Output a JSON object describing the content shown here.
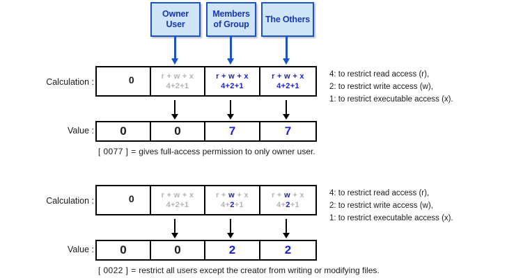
{
  "roles": [
    {
      "name": "owner-user",
      "lines": [
        "Owner",
        "User"
      ]
    },
    {
      "name": "members-of-group",
      "lines": [
        "Members",
        "of Group"
      ]
    },
    {
      "name": "the-others",
      "lines": [
        "The Others"
      ]
    }
  ],
  "labels": {
    "calculation": "Calculation :",
    "value": "Value :"
  },
  "legend": [
    "4: to restrict read access (r),",
    "2: to restrict write access (w),",
    "1: to restrict executable access (x)."
  ],
  "blocks": [
    {
      "id": "block-0077",
      "calculation_cells": [
        {
          "kind": "zero",
          "text": "0"
        },
        {
          "kind": "expr",
          "style": "all-grey",
          "top": "r + w + x",
          "bottom": "4+2+1",
          "top_parts": [
            {
              "t": "r + w + x",
              "c": "grey"
            }
          ],
          "bottom_parts": [
            {
              "t": "4+2+1",
              "c": "grey"
            }
          ]
        },
        {
          "kind": "expr",
          "style": "all-blue",
          "top": "r + w + x",
          "bottom": "4+2+1",
          "top_parts": [
            {
              "t": "r + w + x",
              "c": "blue"
            }
          ],
          "bottom_parts": [
            {
              "t": "4+2+1",
              "c": "blue"
            }
          ]
        },
        {
          "kind": "expr",
          "style": "all-blue",
          "top": "r + w + x",
          "bottom": "4+2+1",
          "top_parts": [
            {
              "t": "r + w + x",
              "c": "blue"
            }
          ],
          "bottom_parts": [
            {
              "t": "4+2+1",
              "c": "blue"
            }
          ]
        }
      ],
      "value_cells": [
        {
          "text": "0",
          "color": "black"
        },
        {
          "text": "0",
          "color": "black"
        },
        {
          "text": "7",
          "color": "blue"
        },
        {
          "text": "7",
          "color": "blue"
        }
      ],
      "caption_code": "[ 0077 ]",
      "caption_eq": "=",
      "caption_text": "gives full-access permission to only owner user."
    },
    {
      "id": "block-0022",
      "calculation_cells": [
        {
          "kind": "zero",
          "text": "0"
        },
        {
          "kind": "expr",
          "style": "all-grey",
          "top": "r + w + x",
          "bottom": "4+2+1",
          "top_parts": [
            {
              "t": "r + w + x",
              "c": "grey"
            }
          ],
          "bottom_parts": [
            {
              "t": "4+2+1",
              "c": "grey"
            }
          ]
        },
        {
          "kind": "expr",
          "style": "w-blue",
          "top": "r + w + x",
          "bottom": "4+2+1",
          "top_parts": [
            {
              "t": "r + ",
              "c": "grey"
            },
            {
              "t": "w",
              "c": "blue"
            },
            {
              "t": " + x",
              "c": "grey"
            }
          ],
          "bottom_parts": [
            {
              "t": "4+",
              "c": "grey"
            },
            {
              "t": "2",
              "c": "blue"
            },
            {
              "t": "+1",
              "c": "grey"
            }
          ]
        },
        {
          "kind": "expr",
          "style": "w-blue",
          "top": "r + w + x",
          "bottom": "4+2+1",
          "top_parts": [
            {
              "t": "r + ",
              "c": "grey"
            },
            {
              "t": "w",
              "c": "blue"
            },
            {
              "t": " + x",
              "c": "grey"
            }
          ],
          "bottom_parts": [
            {
              "t": "4+",
              "c": "grey"
            },
            {
              "t": "2",
              "c": "blue"
            },
            {
              "t": "+1",
              "c": "grey"
            }
          ]
        }
      ],
      "value_cells": [
        {
          "text": "0",
          "color": "black"
        },
        {
          "text": "0",
          "color": "black"
        },
        {
          "text": "2",
          "color": "blue"
        },
        {
          "text": "2",
          "color": "blue"
        }
      ],
      "caption_code": "[ 0022 ]",
      "caption_eq": "=",
      "caption_text": "restrict all users except the creator from writing or modifying files."
    }
  ],
  "colors": {
    "box_fill": "#cfe4f7",
    "box_border": "#1a52c8",
    "box_text": "#1539b0",
    "blue_value": "#1a22d8",
    "grey_text": "#b3b3b3",
    "black": "#1a1a1a"
  }
}
